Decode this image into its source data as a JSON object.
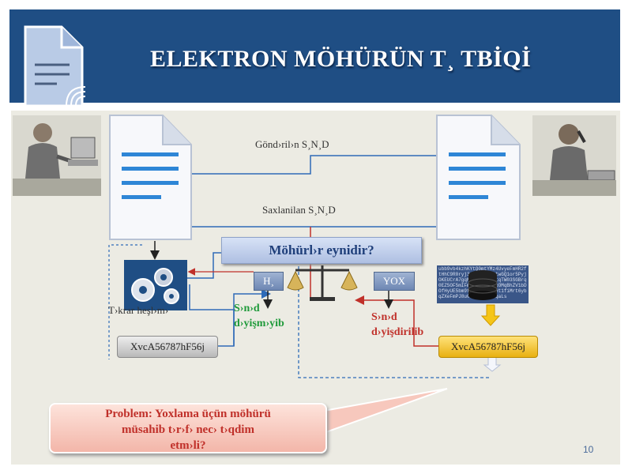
{
  "header": {
    "title": "ELEKTRON MÖHÜRÜN T¸ TBİQİ"
  },
  "diagram": {
    "sent_label": "Gönd›ril›n S¸N¸D",
    "saved_label": "Saxlanilan S¸N¸D",
    "question": "Möhürl›r eynidir?",
    "yes_label": "H¸",
    "no_label": "YOX",
    "rehash_label": "T›krar heşl›m›",
    "unchanged_line1": "S›n›d",
    "unchanged_line2": "d›yişm›yib",
    "changed_line1": "S›n›d",
    "changed_line2": "d›yişdirilib",
    "hash_left": "XvcA56787hF56j",
    "hash_right": "XvcA56787hF56j",
    "encrypted_text": "ubb9vb4kzhKYtQ0mtYMz4UvyeFmHR2ftHhC9R0ryj3agB6GujZQtwGQ1or5PyjOKEUCrA7gqNjXcgTCbM9tqTW03SGBrq0EZ5OF5mIFmh1Drycbj2xOMqBhZV1bDOfHyUE5bm9f0yjkZqXovyt1fiMrt6ybqZXeFmPJ8u00ZjKeo9RRqaLs"
  },
  "callout": {
    "line1": "Problem:  Yoxlama üçün möhürü",
    "line2": "müsahib t›r›f›  nec›  t›qdim",
    "line3": "etm›li?"
  },
  "page_number": "10",
  "colors": {
    "header_bg": "#1f4e84",
    "canvas_bg": "#ecebe3",
    "accent_blue": "#2e6bb8",
    "accent_red": "#c0302a",
    "accent_green": "#1f9a3a"
  }
}
